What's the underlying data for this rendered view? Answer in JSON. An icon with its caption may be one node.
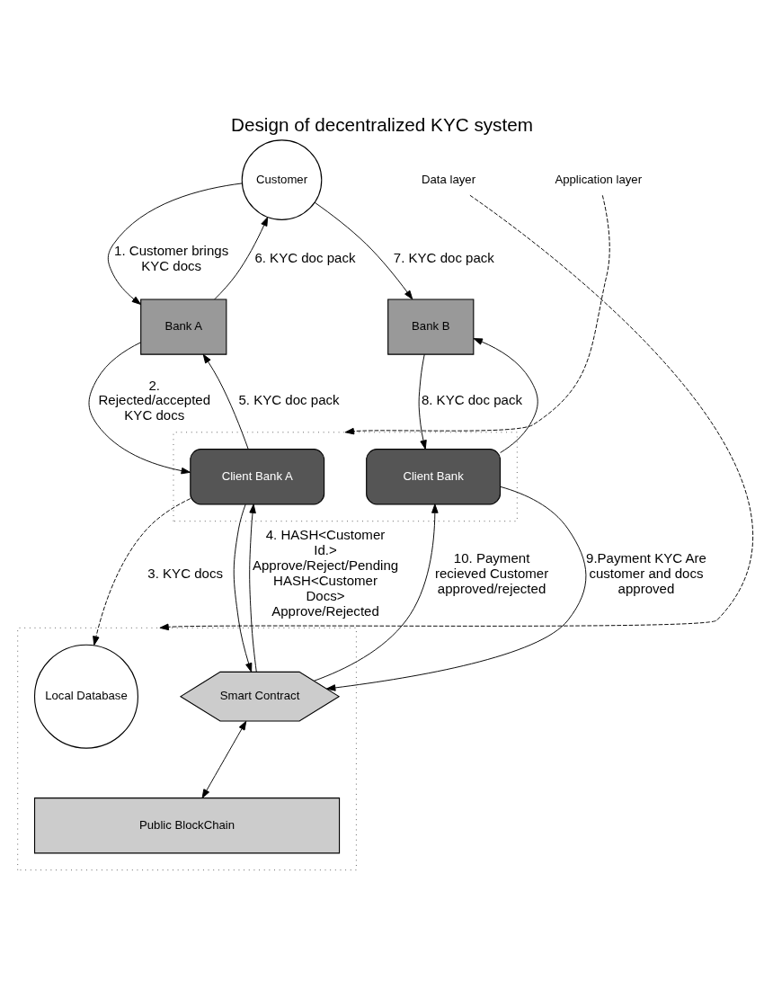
{
  "diagram": {
    "title": "Design of decentralized KYC system",
    "nodes": [
      {
        "text": [
          "Customer"
        ]
      },
      {
        "text": [
          "Bank A"
        ]
      },
      {
        "text": [
          "Bank B"
        ]
      },
      {
        "text": [
          "Application layer"
        ]
      },
      {
        "text": [],
        "shape": "box"
      },
      {
        "text": [
          "Client Bank A"
        ],
        "in": 4
      },
      {
        "text": [
          "Client Bank"
        ],
        "in": 4
      },
      {
        "text": [],
        "shape": "box"
      },
      {
        "text": [
          "Local Database"
        ],
        "in": 7
      },
      {
        "text": [
          "Smart Contract"
        ],
        "in": 7
      },
      {
        "text": [
          "Public BlockChain"
        ],
        "in": 7
      },
      {
        "text": [
          "Data layer"
        ]
      }
    ],
    "edges": [
      {
        "from": 0,
        "to": 1,
        "arrow": "to",
        "label": "1. Customer brings KYC docs"
      },
      {
        "from": 1,
        "to": 0,
        "arrow": "to",
        "label": "6. KYC doc pack"
      },
      {
        "from": 0,
        "to": 2,
        "arrow": "to",
        "label": "7. KYC doc pack"
      },
      {
        "from": 3,
        "to": 4,
        "arrow": "to",
        "style": "dashed"
      },
      {
        "from": 1,
        "to": 5,
        "arrow": "to",
        "label": "2. Rejected/accepted KYC docs"
      },
      {
        "from": 5,
        "to": 1,
        "arrow": "to",
        "label": "5. KYC doc pack"
      },
      {
        "from": 2,
        "to": 6,
        "arrow": "to",
        "label": "8. KYC doc pack"
      },
      {
        "from": 6,
        "to": 2,
        "arrow": "to"
      },
      {
        "from": 5,
        "to": 8,
        "arrow": "to",
        "style": "dashed",
        "label": "3. KYC docs"
      },
      {
        "from": 9,
        "to": 5,
        "arrow": "to",
        "label": "4. HASH<Customer Id.> Approve/Reject/Pending HASH<Customer Docs> Approve/Rejected"
      },
      {
        "from": 5,
        "to": 9,
        "arrow": "to"
      },
      {
        "from": 6,
        "to": 9,
        "arrow": "to",
        "label": "9.Payment KYC Are customer and docs approved"
      },
      {
        "from": 9,
        "to": 6,
        "arrow": "to",
        "label": "10. Payment recieved Customer approved/rejected"
      },
      {
        "from": 9,
        "to": 10,
        "arrow": "both"
      },
      {
        "from": 11,
        "to": 7,
        "arrow": "to",
        "style": "dashed"
      }
    ]
  }
}
